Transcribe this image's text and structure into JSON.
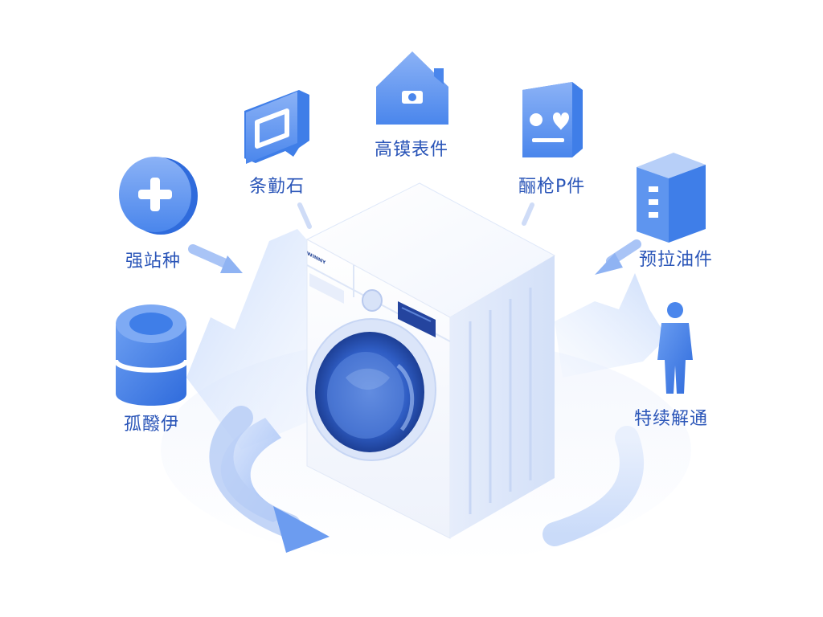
{
  "features": [
    {
      "id": "home",
      "icon": "house-camera-icon",
      "label": "高镆表件"
    },
    {
      "id": "chat",
      "icon": "chat-bubble-icon",
      "label": "条勭石"
    },
    {
      "id": "face",
      "icon": "smiley-face-icon",
      "label": "酾枪P件"
    },
    {
      "id": "plus",
      "icon": "plus-circle-icon",
      "label": "强站种"
    },
    {
      "id": "box",
      "icon": "storage-box-icon",
      "label": "预拉油件"
    },
    {
      "id": "drum",
      "icon": "cylinder-drum-icon",
      "label": "孤醱伊"
    },
    {
      "id": "person",
      "icon": "person-figure-icon",
      "label": "特续解通"
    }
  ],
  "machine": {
    "brand": "WINNY",
    "icon": "washing-machine-icon"
  },
  "colors": {
    "primary": "#3f7ee8",
    "primary_light": "#7fa9f2",
    "primary_dark": "#1f4fb0",
    "label": "#2a55b8",
    "machine_white": "#f7f9fd",
    "machine_side": "#e3ebf9"
  }
}
